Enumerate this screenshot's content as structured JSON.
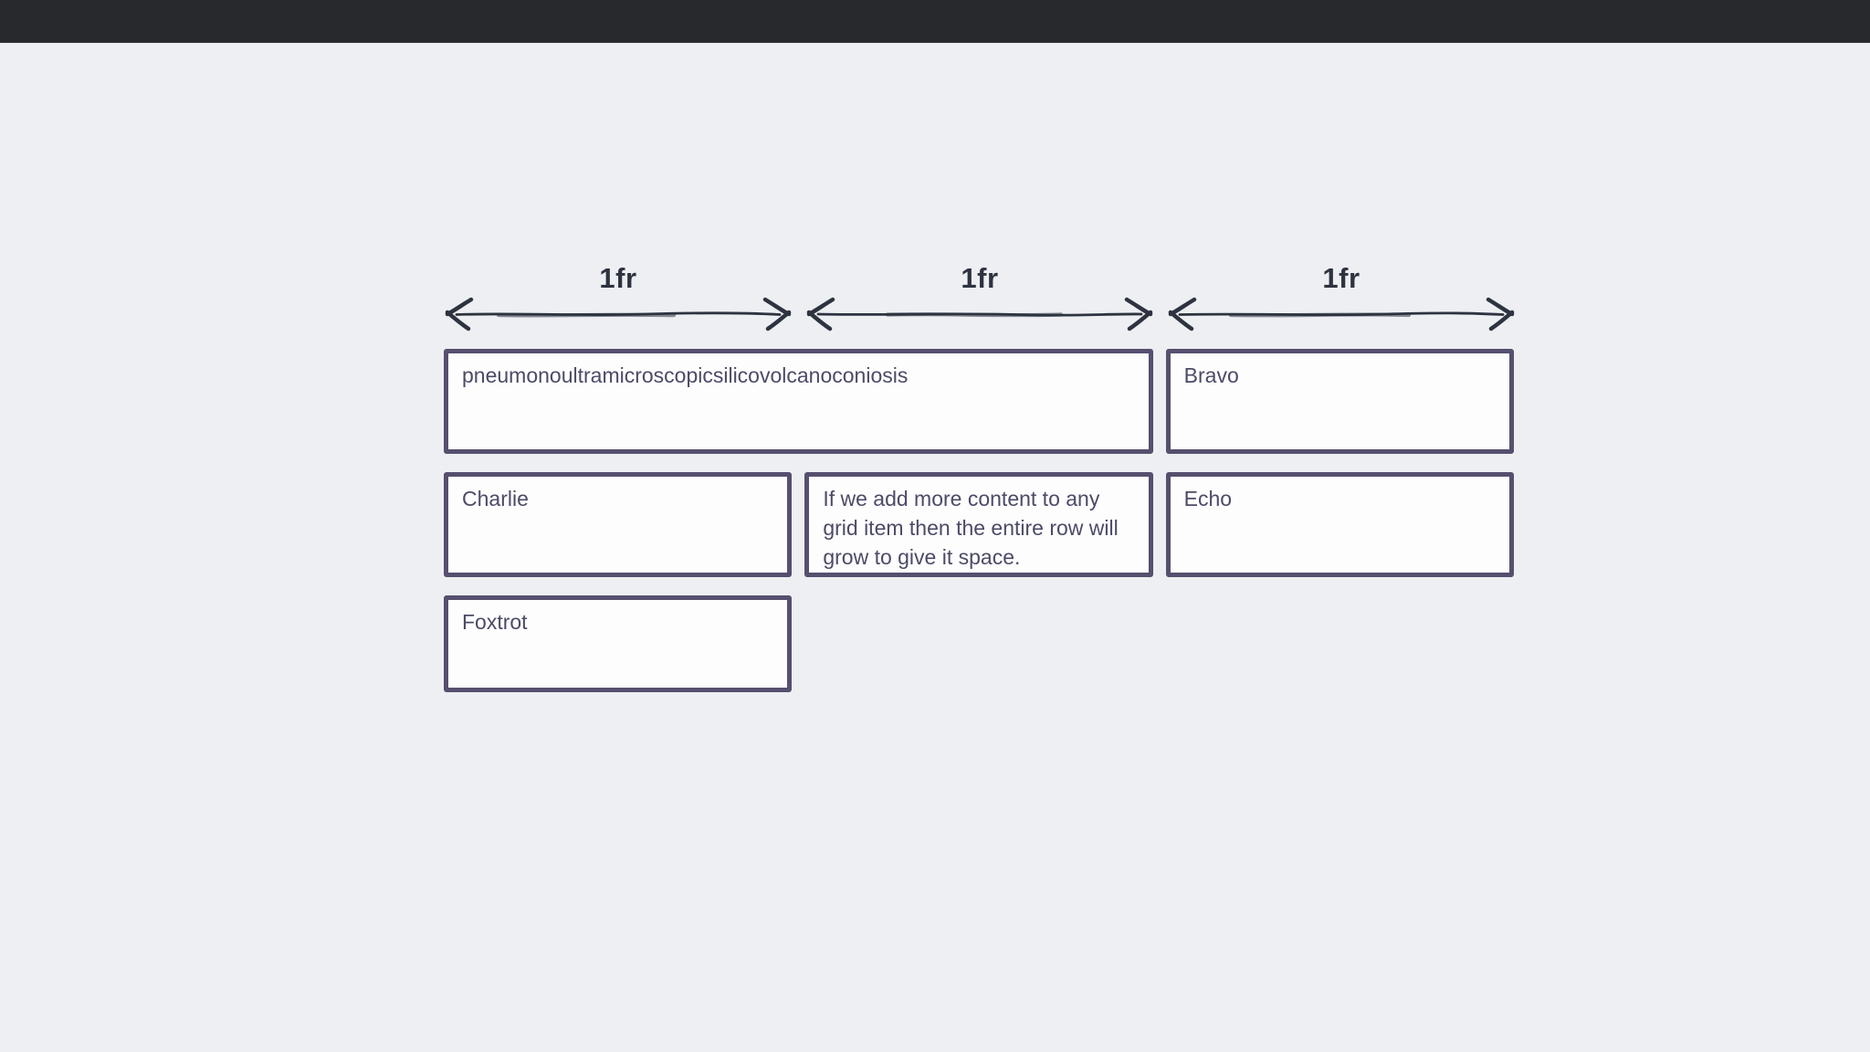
{
  "window": {
    "top_bar": {
      "background_color": "#27292d"
    }
  },
  "canvas": {
    "background_color": "#edeff2"
  },
  "diagram": {
    "ink_color": "#2d333f",
    "item_border_color": "#564f6e",
    "item_background_color": "#fdfdfe",
    "item_text_color": "#4c4b66",
    "column_tracks": [
      {
        "label": "1fr"
      },
      {
        "label": "1fr"
      },
      {
        "label": "1fr"
      }
    ],
    "grid_items": [
      {
        "label": "pneumonoultramicroscopicsilicovolcanoconiosis",
        "column_span": 2
      },
      {
        "label": "Bravo",
        "column_span": 1
      },
      {
        "label": "Charlie",
        "column_span": 1
      },
      {
        "label": "If we add more content to any grid item then the entire row will grow to give it space.",
        "column_span": 1
      },
      {
        "label": "Echo",
        "column_span": 1
      },
      {
        "label": "Foxtrot",
        "column_span": 1
      }
    ]
  }
}
